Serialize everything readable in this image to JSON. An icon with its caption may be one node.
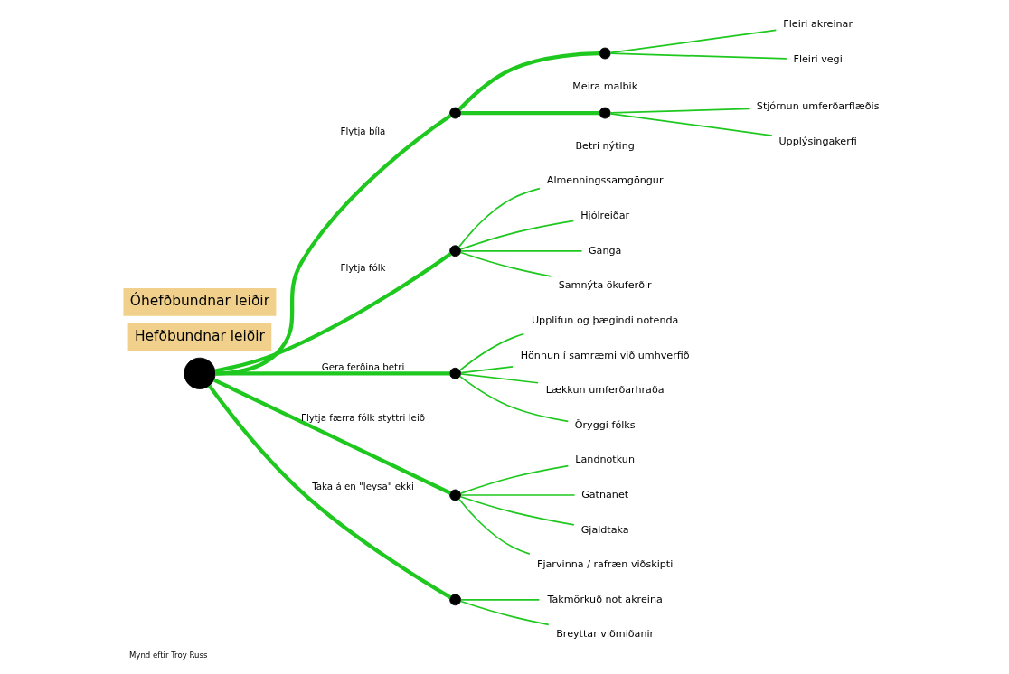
{
  "diagram": {
    "caption": "Mynd eftir Troy Russ",
    "nodes": [
      {
        "text": [],
        "shape": "circle"
      },
      {
        "text": [],
        "shape": "circle"
      },
      {
        "text": [],
        "shape": "circle",
        "beside": [
          "Meira malbik"
        ]
      },
      {
        "text": [
          "Fleiri akreinar"
        ]
      },
      {
        "text": [
          "Fleiri vegi"
        ]
      },
      {
        "text": [],
        "shape": "circle",
        "beside": [
          "Betri nýting"
        ]
      },
      {
        "text": [
          "Stjórnun umferðarflæðis"
        ]
      },
      {
        "text": [
          "Upplýsingakerfi"
        ]
      },
      {
        "text": [],
        "shape": "circle"
      },
      {
        "text": [
          "Almenningssamgöngur"
        ]
      },
      {
        "text": [
          "Hjólreiðar"
        ]
      },
      {
        "text": [
          "Ganga"
        ]
      },
      {
        "text": [
          "Samnýta ökuferðir"
        ]
      },
      {
        "text": [],
        "shape": "circle"
      },
      {
        "text": [
          "Upplifun og þægindi notenda"
        ]
      },
      {
        "text": [
          "Hönnun í samræmi við umhverfið"
        ]
      },
      {
        "text": [
          "Lækkun umferðarhraða"
        ]
      },
      {
        "text": [
          "Öryggi fólks"
        ]
      },
      {
        "text": [],
        "shape": "circle"
      },
      {
        "text": [
          "Landnotkun"
        ]
      },
      {
        "text": [
          "Gatnanet"
        ]
      },
      {
        "text": [
          "Gjaldtaka"
        ]
      },
      {
        "text": [
          "Fjarvinna / rafræn viðskipti"
        ]
      },
      {
        "text": [],
        "shape": "circle"
      },
      {
        "text": [
          "Takmörkuð not akreina"
        ]
      },
      {
        "text": [
          "Breyttar viðmiðanir"
        ]
      }
    ],
    "edges": [
      {
        "from": 0,
        "to": 1,
        "arrow": "none",
        "label": "Flytja bíla",
        "style": "thick"
      },
      {
        "from": 1,
        "to": 2,
        "arrow": "none",
        "style": "thick"
      },
      {
        "from": 2,
        "to": 3,
        "arrow": "none"
      },
      {
        "from": 2,
        "to": 4,
        "arrow": "none"
      },
      {
        "from": 1,
        "to": 5,
        "arrow": "none",
        "style": "thick"
      },
      {
        "from": 5,
        "to": 6,
        "arrow": "none"
      },
      {
        "from": 5,
        "to": 7,
        "arrow": "none"
      },
      {
        "from": 0,
        "to": 8,
        "arrow": "none",
        "label": "Flytja fólk",
        "style": "thick"
      },
      {
        "from": 8,
        "to": 9,
        "arrow": "none"
      },
      {
        "from": 8,
        "to": 10,
        "arrow": "none"
      },
      {
        "from": 8,
        "to": 11,
        "arrow": "none"
      },
      {
        "from": 8,
        "to": 12,
        "arrow": "none"
      },
      {
        "from": 0,
        "to": 13,
        "arrow": "none",
        "label": "Gera ferðina betri",
        "style": "thick"
      },
      {
        "from": 13,
        "to": 14,
        "arrow": "none"
      },
      {
        "from": 13,
        "to": 15,
        "arrow": "none"
      },
      {
        "from": 13,
        "to": 16,
        "arrow": "none"
      },
      {
        "from": 13,
        "to": 17,
        "arrow": "none"
      },
      {
        "from": 0,
        "to": 18,
        "arrow": "none",
        "label": "Flytja færra fólk styttri leið",
        "style": "thick"
      },
      {
        "from": 18,
        "to": 19,
        "arrow": "none"
      },
      {
        "from": 18,
        "to": 20,
        "arrow": "none"
      },
      {
        "from": 18,
        "to": 21,
        "arrow": "none"
      },
      {
        "from": 18,
        "to": 22,
        "arrow": "none"
      },
      {
        "from": 0,
        "to": 23,
        "arrow": "none",
        "label": "Taka á en \"leysa\" ekki",
        "style": "thick"
      },
      {
        "from": 23,
        "to": 24,
        "arrow": "none"
      },
      {
        "from": 23,
        "to": 25,
        "arrow": "none"
      }
    ],
    "labels": [
      "Hefðbundnar leiðir",
      "Óhefðbundnar leiðir"
    ]
  }
}
